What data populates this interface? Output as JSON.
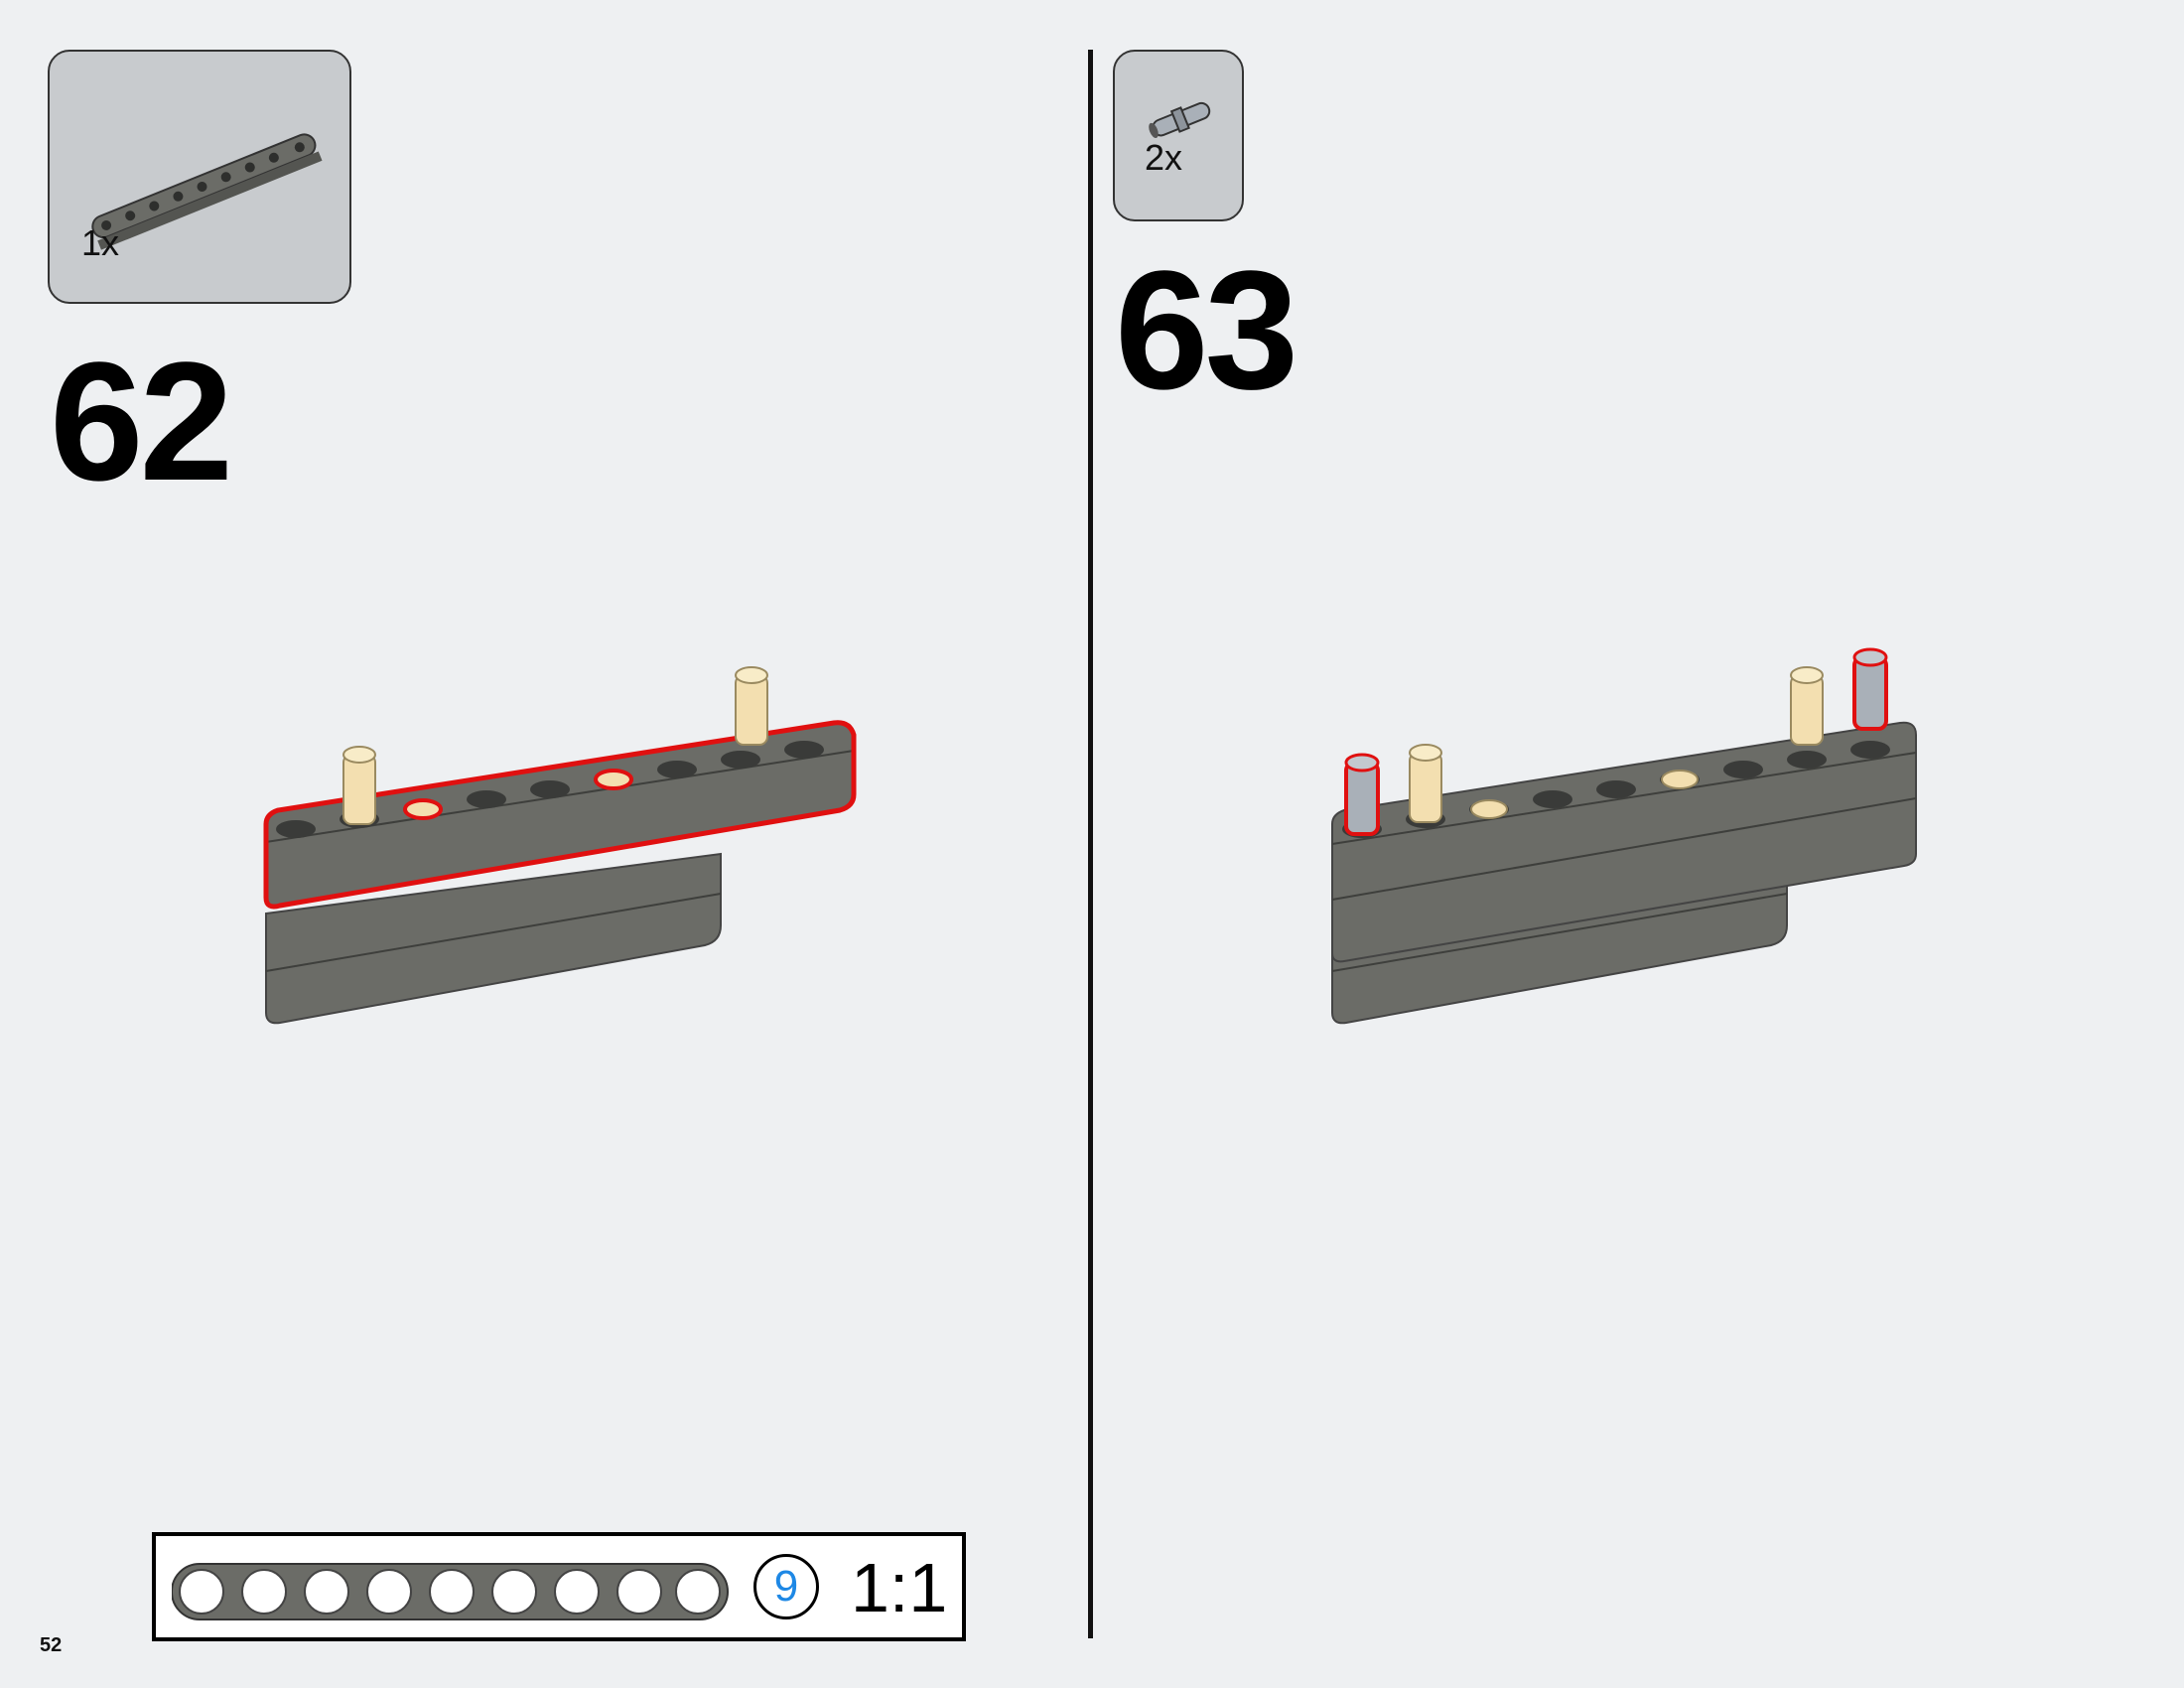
{
  "steps": [
    {
      "number": "62",
      "part_qty": "1x",
      "part_name": "beam-9-icon"
    },
    {
      "number": "63",
      "part_qty": "2x",
      "part_name": "pin-icon"
    }
  ],
  "scale_ruler": {
    "badge": "9",
    "ratio": "1:1"
  },
  "page_number": "52",
  "colors": {
    "background": "#eef0f2",
    "beam": "#6b6c67",
    "highlight": "#e01010",
    "pin_tan": "#f3dfb0",
    "pin_grey": "#a9b0b8"
  }
}
